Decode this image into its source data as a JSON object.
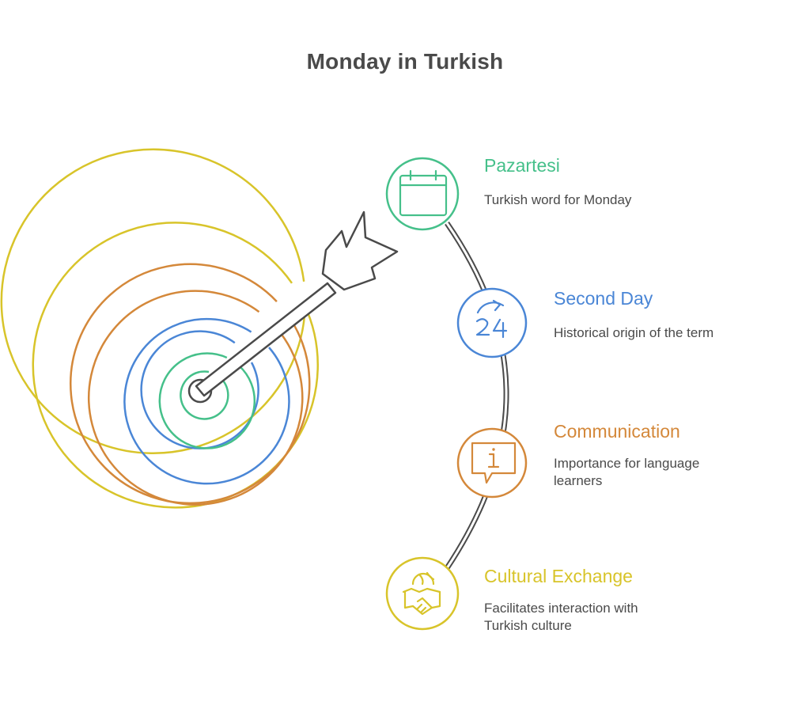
{
  "title": "Monday in Turkish",
  "colors": {
    "green": "#45c08a",
    "blue": "#4a86d6",
    "orange": "#d4883a",
    "yellow": "#d8c42a",
    "dark": "#4a4a4a"
  },
  "items": [
    {
      "heading": "Pazartesi",
      "description": "Turkish word for Monday",
      "icon": "calendar-icon",
      "color": "#45c08a"
    },
    {
      "heading": "Second Day",
      "description": "Historical origin of the term",
      "icon": "24-hours-icon",
      "color": "#4a86d6"
    },
    {
      "heading": "Communication",
      "description": "Importance for language learners",
      "icon": "info-message-icon",
      "color": "#d4883a"
    },
    {
      "heading": "Cultural Exchange",
      "description": "Facilitates interaction with Turkish culture",
      "icon": "handshake-globe-icon",
      "color": "#d8c42a"
    }
  ]
}
